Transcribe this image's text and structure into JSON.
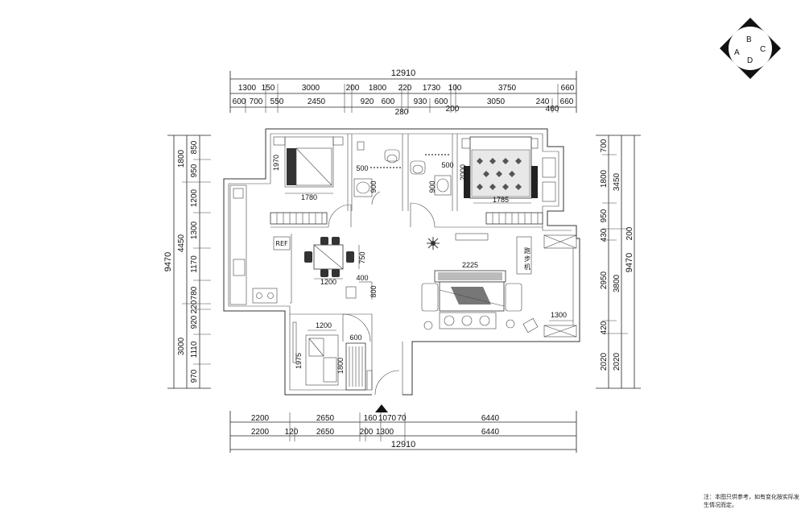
{
  "logo": {
    "letters": [
      "A",
      "B",
      "C",
      "D"
    ]
  },
  "top_dims": {
    "total": "12910",
    "row1": [
      "1300",
      "150",
      "3000",
      "200",
      "1800",
      "220",
      "1730",
      "100",
      "3750",
      "660"
    ],
    "row2": [
      "600",
      "700",
      "550",
      "2450",
      "920",
      "600",
      "930",
      "600",
      "3050",
      "240",
      "660"
    ],
    "row3": [
      "280",
      "200",
      "460"
    ]
  },
  "bottom_dims": {
    "row1": [
      "2200",
      "2650",
      "160",
      "1070",
      "70",
      "6440"
    ],
    "row2": [
      "2200",
      "120",
      "2650",
      "200",
      "1300",
      "6440"
    ],
    "total": "12910"
  },
  "left_dims": {
    "inner": [
      "850",
      "950",
      "1200",
      "1300",
      "1170",
      "780",
      "220",
      "920",
      "1110",
      "970"
    ],
    "mid": [
      "1800",
      "4450",
      "3000"
    ],
    "total": "9470"
  },
  "right_dims": {
    "inner": [
      "700",
      "1800",
      "950",
      "430",
      "2950",
      "420",
      "2020"
    ],
    "mid": [
      "3450",
      "3800",
      "2020"
    ],
    "outer": [
      "200",
      "9470"
    ]
  },
  "room_dims": {
    "bed1_w": "1780",
    "bed1_h": "1970",
    "bath1_a": "500",
    "bath1_b": "900",
    "bath2_a": "500",
    "bath2_b": "900",
    "master_w": "1785",
    "master_h": "2000",
    "sofa_w": "2225",
    "tv_w": "1300",
    "dining_w": "1200",
    "dining_h": "750",
    "entry_a": "400",
    "entry_b": "800",
    "bed3_w": "1200",
    "bed3_h": "1975",
    "wardrobe_w": "600",
    "wardrobe_h": "1800"
  },
  "labels": {
    "fridge": "REF",
    "treadmill": "跑步机"
  },
  "note": "注：本图只供参考，如有变化按实际发生情况而定。"
}
